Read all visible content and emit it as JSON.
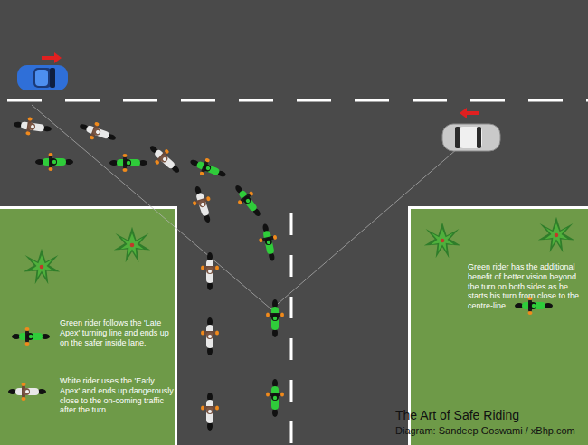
{
  "diagram": {
    "title": "The Art of Safe Riding",
    "caption": "Diagram: Sandeep Goswami / xBhp.com",
    "labels": [
      "Green rider follows the 'Late Apex' turning line and ends up on the safer inside lane.",
      "White rider uses the 'Early Apex' and ends up dangerously close to the on-coming traffic after the turn.",
      "Green rider has the additional benefit of better vision beyond the turn on both sides as he starts his turn from close to the centre-line."
    ]
  }
}
